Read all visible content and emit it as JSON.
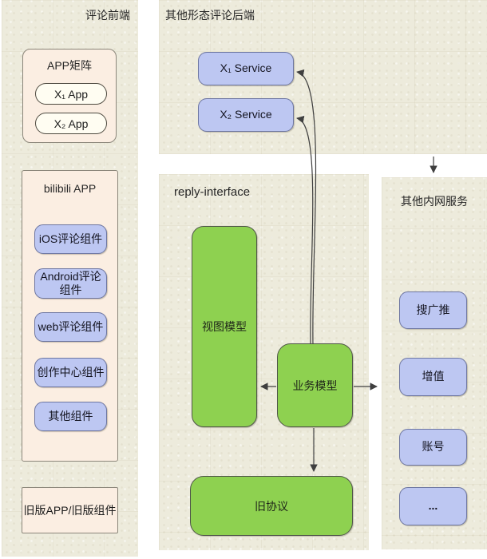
{
  "frontend": {
    "title": "评论前端",
    "app_matrix": {
      "title": "APP矩阵",
      "apps": [
        "X₁ App",
        "X₂ App"
      ]
    },
    "bilibili": {
      "title": "bilibili APP",
      "components": [
        "iOS评论组件",
        "Android评论组件",
        "web评论组件",
        "创作中心组件",
        "其他组件"
      ]
    },
    "legacy_label": "旧版APP/旧版组件"
  },
  "other_backend": {
    "title": "其他形态评论后端",
    "services": [
      "X₁ Service",
      "X₂ Service"
    ]
  },
  "reply_interface": {
    "title": "reply-interface",
    "view_model_label": "视图模型",
    "business_model_label": "业务模型",
    "old_protocol_label": "旧协议"
  },
  "intranet": {
    "title": "其他内网服务",
    "services": [
      "搜广推",
      "增值",
      "账号",
      "..."
    ]
  },
  "connections": [
    {
      "from": "业务模型",
      "to": "X₁ Service"
    },
    {
      "from": "业务模型",
      "to": "X₂ Service"
    },
    {
      "from": "业务模型",
      "to": "视图模型"
    },
    {
      "from": "业务模型",
      "to": "其他内网服务"
    },
    {
      "from": "业务模型",
      "to": "旧协议"
    },
    {
      "from": "其他形态评论后端",
      "to": "其他内网服务"
    }
  ],
  "colors": {
    "panel_bg": "#edebdc",
    "peach_fill": "#fbeee2",
    "blue_fill": "#bdc7f2",
    "blue_border": "#6d76a1",
    "green_fill": "#8ed150",
    "connector_line": "#3f3f3f"
  }
}
